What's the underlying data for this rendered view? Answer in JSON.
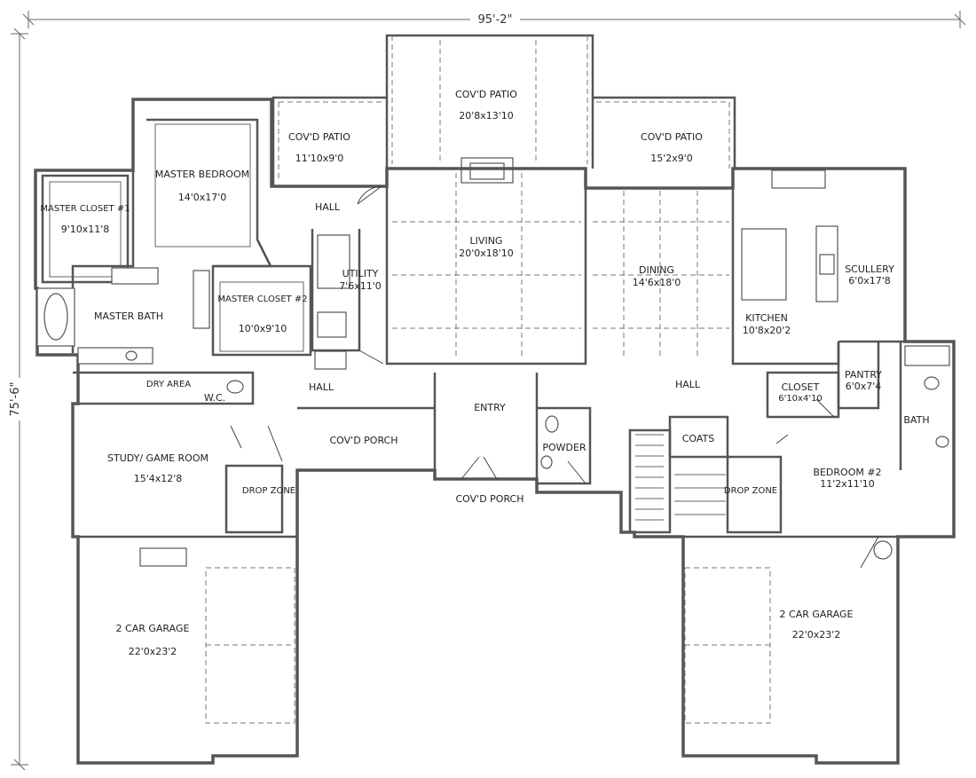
{
  "dimensions": {
    "width": "95'-2\"",
    "depth": "75'-6\""
  },
  "rooms": {
    "covd_patio_center": {
      "name": "COV'D PATIO",
      "size": "20'8x13'10"
    },
    "covd_patio_left": {
      "name": "COV'D PATIO",
      "size": "11'10x9'0"
    },
    "covd_patio_right": {
      "name": "COV'D PATIO",
      "size": "15'2x9'0"
    },
    "master_bedroom": {
      "name": "MASTER BEDROOM",
      "size": "14'0x17'0"
    },
    "master_closet_1": {
      "name": "MASTER CLOSET #1",
      "size": "9'10x11'8"
    },
    "master_closet_2": {
      "name": "MASTER CLOSET #2",
      "size": "10'0x9'10"
    },
    "master_bath": {
      "name": "MASTER BATH"
    },
    "hall_top": {
      "name": "HALL"
    },
    "hall_left": {
      "name": "HALL"
    },
    "hall_right": {
      "name": "HALL"
    },
    "utility": {
      "name": "UTILITY",
      "size": "7'6x11'0"
    },
    "living": {
      "name": "LIVING",
      "size": "20'0x18'10"
    },
    "dining": {
      "name": "DINING",
      "size": "14'6x18'0"
    },
    "kitchen": {
      "name": "KITCHEN",
      "size": "10'8x20'2"
    },
    "scullery": {
      "name": "SCULLERY",
      "size": "6'0x17'8"
    },
    "pantry": {
      "name": "PANTRY",
      "size": "6'0x7'4"
    },
    "closet": {
      "name": "CLOSET",
      "size": "6'10x4'10"
    },
    "bath": {
      "name": "BATH"
    },
    "dry_area": {
      "name": "DRY AREA"
    },
    "wc": {
      "name": "W.C."
    },
    "entry": {
      "name": "ENTRY"
    },
    "covd_porch_left": {
      "name": "COV'D PORCH"
    },
    "covd_porch_front": {
      "name": "COV'D PORCH"
    },
    "powder": {
      "name": "POWDER"
    },
    "coats": {
      "name": "COATS"
    },
    "study": {
      "name": "STUDY/ GAME ROOM",
      "size": "15'4x12'8"
    },
    "drop_zone_left": {
      "name": "DROP ZONE"
    },
    "drop_zone_right": {
      "name": "DROP ZONE"
    },
    "bedroom_2": {
      "name": "BEDROOM #2",
      "size": "11'2x11'10"
    },
    "garage_left": {
      "name": "2 CAR GARAGE",
      "size": "22'0x23'2"
    },
    "garage_right": {
      "name": "2 CAR GARAGE",
      "size": "22'0x23'2"
    }
  }
}
